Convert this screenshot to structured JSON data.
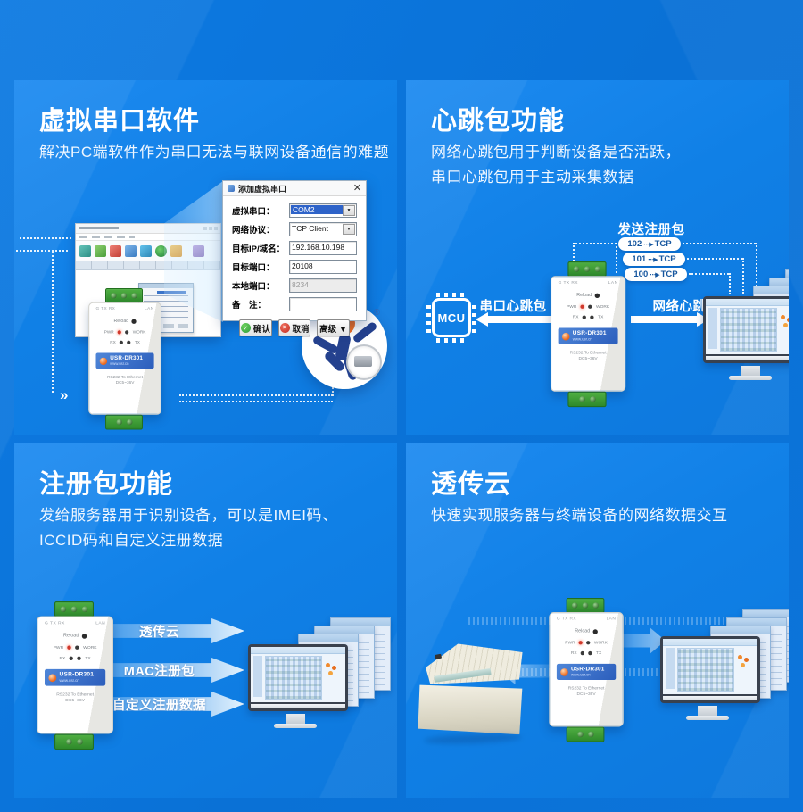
{
  "page": {
    "background": "#0a71d6",
    "card_gradient_start": "#1d8af0",
    "card_gradient_end": "#0d78dd"
  },
  "glyphs": {
    "dropdown": "▼",
    "check": "✓",
    "cross": "×",
    "pill_arrow": "⋯▶",
    "chevrons": "»",
    "registered": "®",
    "close": "✕"
  },
  "device": {
    "top_marks": "G  TX  RX",
    "lan_label": "LAN",
    "reload_label": "Reload",
    "led_pwr": "PWR",
    "led_work": "WORK",
    "led_rx": "RX",
    "led_tx": "TX",
    "model": "USR-DR301",
    "website": "www.usr.cn",
    "desc": "RS232 To Ethernet",
    "power": "DC5~36V"
  },
  "cards": {
    "virtual_serial": {
      "title": "虚拟串口软件",
      "subtitle": "解决PC端软件作为串口无法与联网设备通信的难题",
      "dialog": {
        "title": "添加虚拟串口",
        "fields": [
          {
            "label": "虚拟串口：",
            "value": "COM2"
          },
          {
            "label": "网络协议：",
            "value": "TCP Client"
          },
          {
            "label": "目标IP/域名：",
            "value": "192.168.10.198"
          },
          {
            "label": "目标端口：",
            "value": "20108"
          },
          {
            "label": "本地端口：",
            "value": "8234"
          },
          {
            "label": "备　注：",
            "value": ""
          }
        ],
        "buttons": {
          "ok": "确认",
          "cancel": "取消",
          "advanced": "高级 ▼"
        }
      }
    },
    "heartbeat": {
      "title": "心跳包功能",
      "subtitle_line1": "网络心跳包用于判断设备是否活跃，",
      "subtitle_line2": "串口心跳包用于主动采集数据",
      "mcu_label": "MCU",
      "serial_heartbeat_label": "串口心跳包",
      "network_heartbeat_label": "网络心跳包",
      "send_registration_label": "发送注册包",
      "pills": [
        {
          "num": "102",
          "proto": "TCP"
        },
        {
          "num": "101",
          "proto": "TCP"
        },
        {
          "num": "100",
          "proto": "TCP"
        }
      ]
    },
    "registration": {
      "title": "注册包功能",
      "subtitle_line1": "发给服务器用于识别设备，可以是IMEI码、",
      "subtitle_line2": "ICCID码和自定义注册数据",
      "arrow_labels": [
        "透传云",
        "MAC注册包",
        "自定义注册数据"
      ]
    },
    "cloud": {
      "title": "透传云",
      "subtitle": "快速实现服务器与终端设备的网络数据交互"
    }
  }
}
